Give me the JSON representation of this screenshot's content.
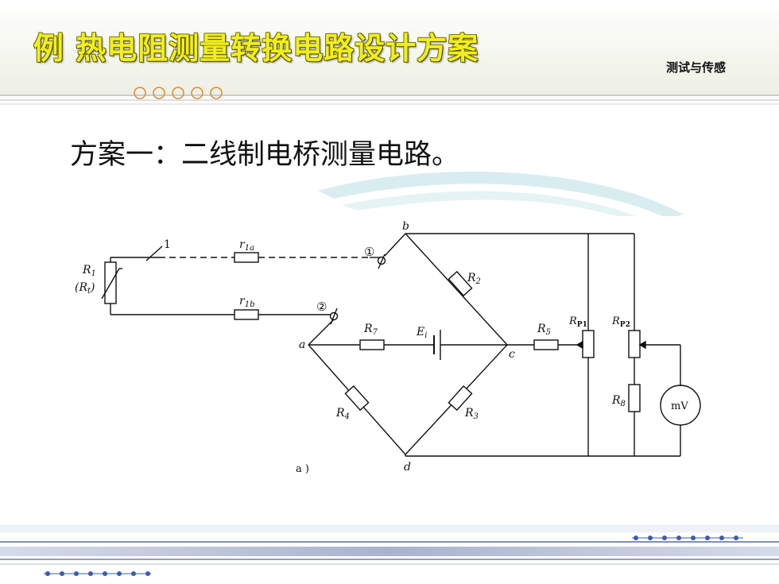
{
  "slide": {
    "title": "例 热电阻测量转换电路设计方案",
    "brand": "测试与传感",
    "subtitle": "方案一：二线制电桥测量电路。"
  },
  "circuit": {
    "labels": {
      "wire_number": "1",
      "r1": "R",
      "r1_sub": "1",
      "rt": "(R",
      "rt_sub": "t",
      "rt_close": ")",
      "r1a": "r",
      "r1a_sub": "1a",
      "r1b": "r",
      "r1b_sub": "1b",
      "terminal_1": "①",
      "terminal_2": "②",
      "node_a": "a",
      "node_b": "b",
      "node_c": "c",
      "node_d": "d",
      "r2": "R",
      "r2_sub": "2",
      "r3": "R",
      "r3_sub": "3",
      "r4": "R",
      "r4_sub": "4",
      "r5": "R",
      "r5_sub": "5",
      "r7": "R",
      "r7_sub": "7",
      "ei": "E",
      "ei_sub": "i",
      "rp1": "R",
      "rp1_sub": "P1",
      "rp2": "R",
      "rp2_sub": "P2",
      "r8": "R",
      "r8_sub": "8",
      "meter": "mV",
      "caption": "a )"
    }
  },
  "colors": {
    "title_fill": "#f2ee1c",
    "accent_blue": "#3b5bb0",
    "swoosh": "#bfe4e8"
  }
}
